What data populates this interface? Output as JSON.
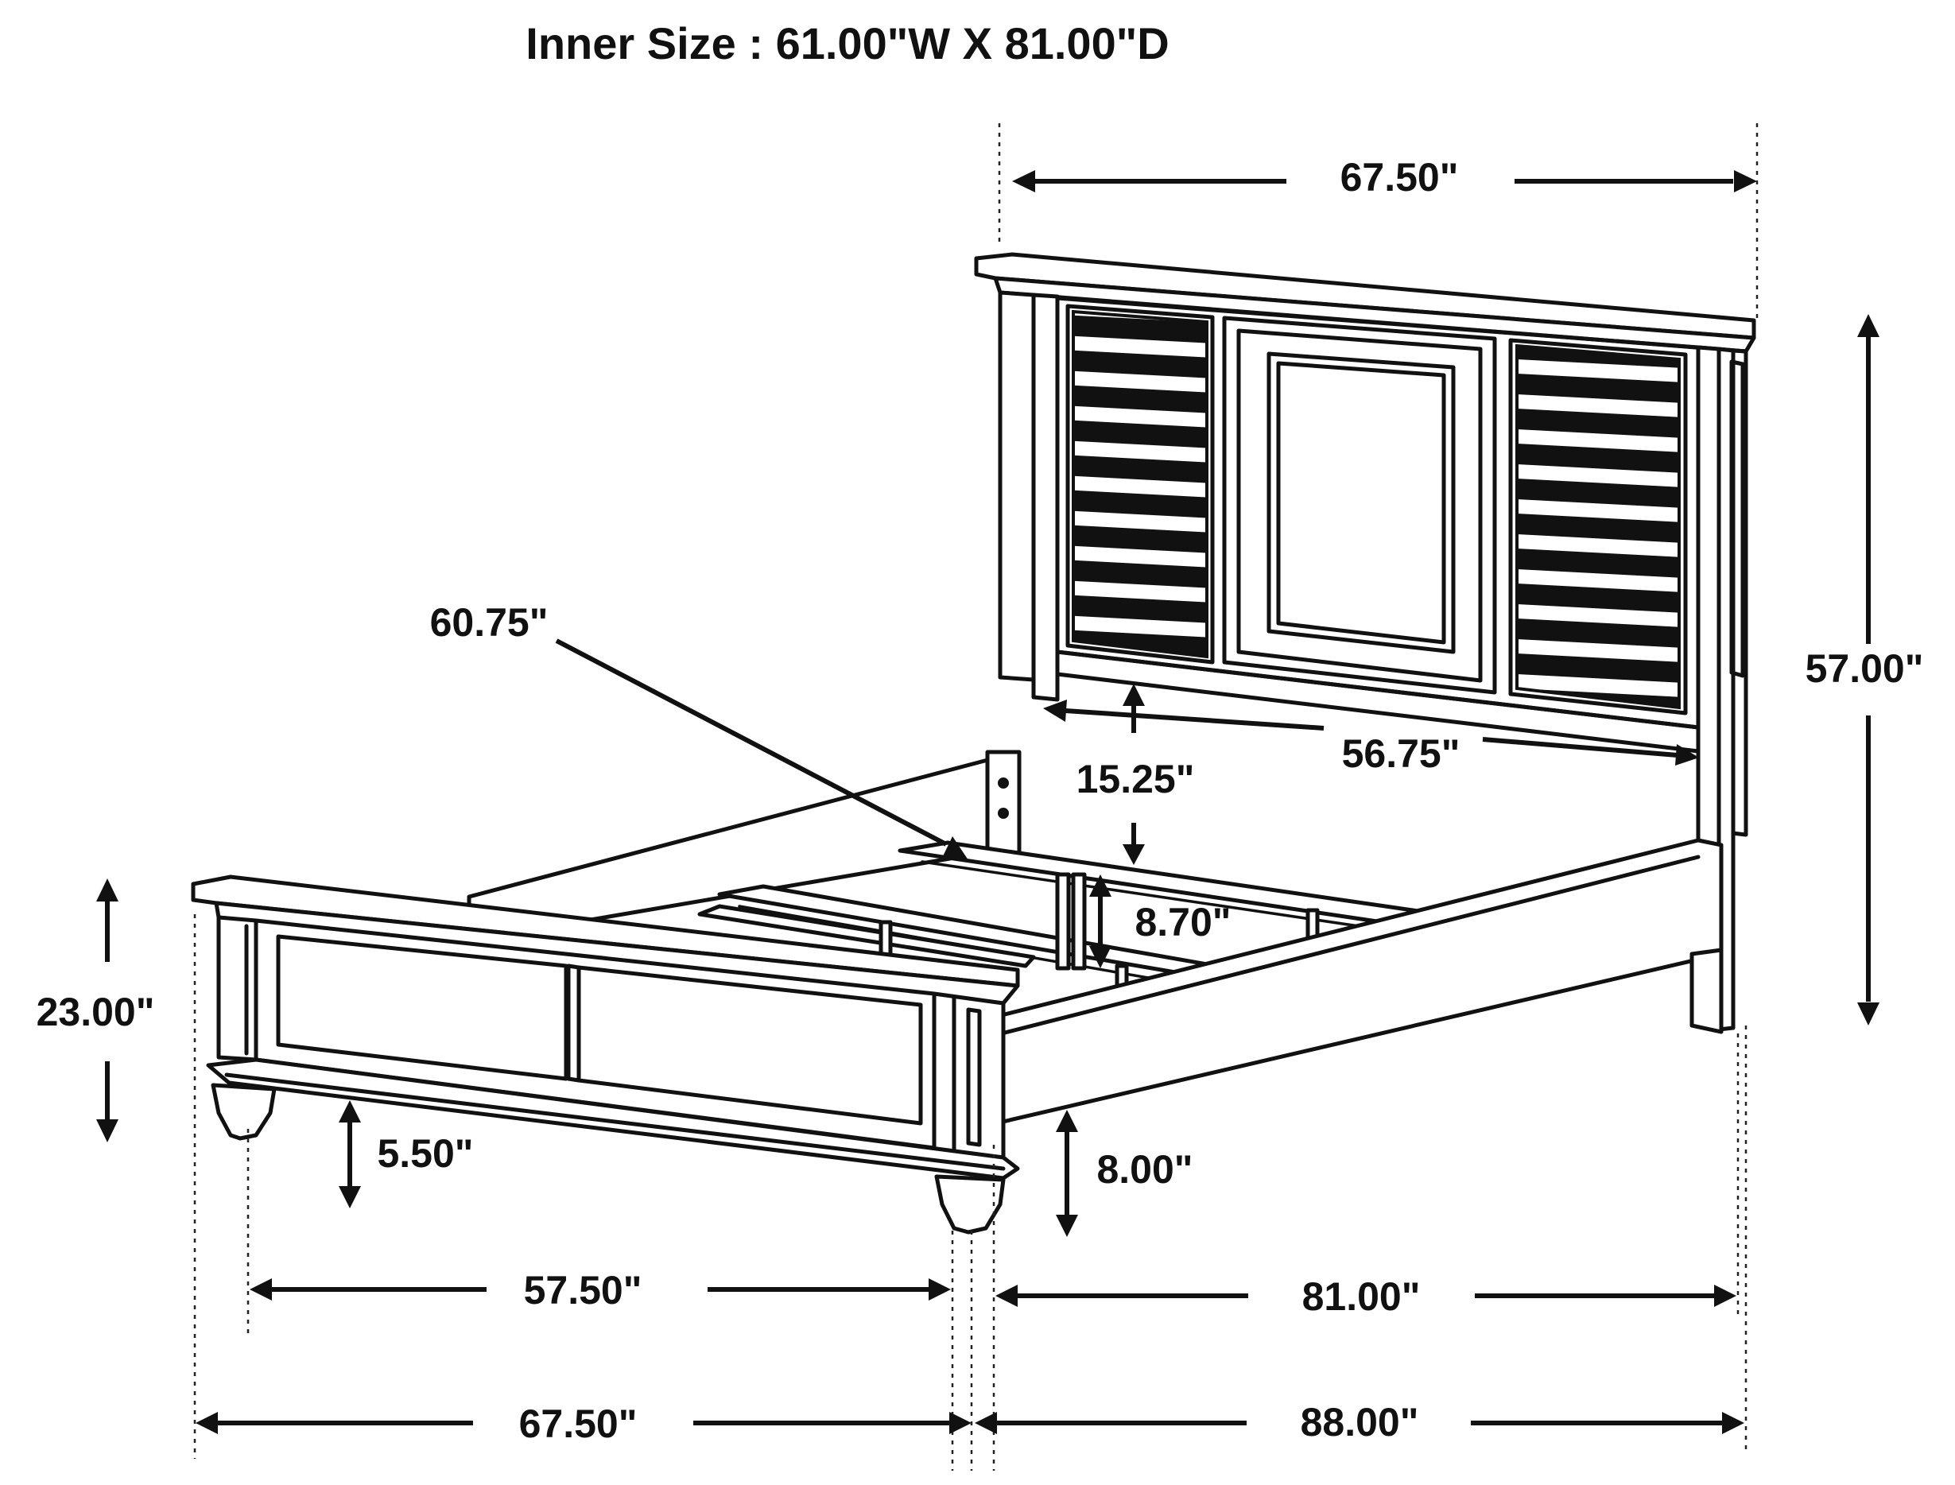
{
  "title": "Inner Size : 61.00\"W X 81.00\"D",
  "dimensions": {
    "headboard_width": "67.50\"",
    "total_height": "57.00\"",
    "footboard_height": "23.00\"",
    "diagonal_slat": "60.75\"",
    "inner_headboard_width": "56.75\"",
    "rail_to_panel": "15.25\"",
    "rail_height": "8.70\"",
    "rail_clearance": "8.00\"",
    "foot_height": "5.50\"",
    "inner_footboard_width": "57.50\"",
    "footboard_width": "67.50\"",
    "inner_length": "81.00\"",
    "total_length": "88.00\""
  },
  "colors": {
    "line": "#111111",
    "background": "#ffffff"
  }
}
